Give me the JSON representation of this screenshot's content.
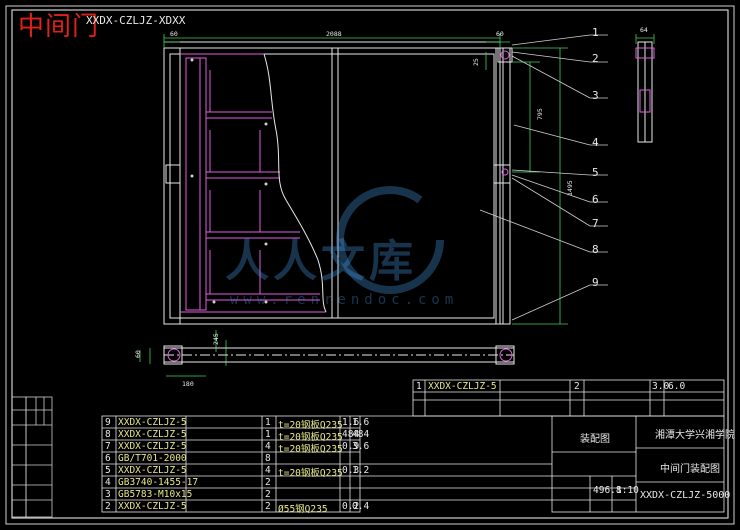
{
  "title_red": "中间门",
  "title_code": "XXDX-CZLJZ-XDXX",
  "watermark": {
    "text": "人人文库",
    "url": "www.renrendoc.com"
  },
  "callouts": [
    "1",
    "2",
    "3",
    "4",
    "5",
    "6",
    "7",
    "8",
    "9"
  ],
  "dims": {
    "top_width": "2088",
    "left_60": "60",
    "right_60": "60",
    "d25": "25",
    "d795": "795",
    "d1495": "1495",
    "d245": "245",
    "d180": "180",
    "d60": "60",
    "d64": "64"
  },
  "parts": [
    {
      "no": "9",
      "code": "XXDX-CZLJZ-5",
      "name": "",
      "qty": "1",
      "mat": "t=20钢板Q235",
      "w1": "1.6",
      "w2": "1.6"
    },
    {
      "no": "8",
      "code": "XXDX-CZLJZ-5",
      "name": "",
      "qty": "1",
      "mat": "t=20钢板Q235",
      "w1": "484",
      "w2": "484"
    },
    {
      "no": "7",
      "code": "XXDX-CZLJZ-5",
      "name": "",
      "qty": "4",
      "mat": "t=20钢板Q235",
      "w1": "0.9",
      "w2": "3.6"
    },
    {
      "no": "6",
      "code": "GB/T701-2000",
      "name": "",
      "qty": "8",
      "mat": "",
      "w1": "",
      "w2": ""
    },
    {
      "no": "5",
      "code": "XXDX-CZLJZ-5",
      "name": "",
      "qty": "4",
      "mat": "t=20钢板Q235",
      "w1": "0.3",
      "w2": "1.2"
    },
    {
      "no": "4",
      "code": "GB3740-1455-17",
      "name": "",
      "qty": "2",
      "mat": "",
      "w1": "",
      "w2": ""
    },
    {
      "no": "3",
      "code": "GB5783-M10x15",
      "name": "",
      "qty": "2",
      "mat": "",
      "w1": "",
      "w2": ""
    },
    {
      "no": "2",
      "code": "XXDX-CZLJZ-5",
      "name": "",
      "qty": "2",
      "mat": "Ø55钢Q235",
      "w1": "0.2",
      "w2": "0.4"
    }
  ],
  "parts_names_magenta": [
    "",
    "",
    "",
    "",
    "",
    "",
    "",
    ""
  ],
  "upper_row": {
    "no": "1",
    "code": "XXDX-CZLJZ-5",
    "qty": "2",
    "v1": "3.0",
    "v2": "6.0"
  },
  "title_block": {
    "school": "湘潭大学兴湘学院",
    "drawing_name": "中间门装配图",
    "drawing_no": "XXDX-CZLJZ-5000",
    "weight": "496.8",
    "scale": "1:10",
    "assembly_label": "装配图"
  }
}
